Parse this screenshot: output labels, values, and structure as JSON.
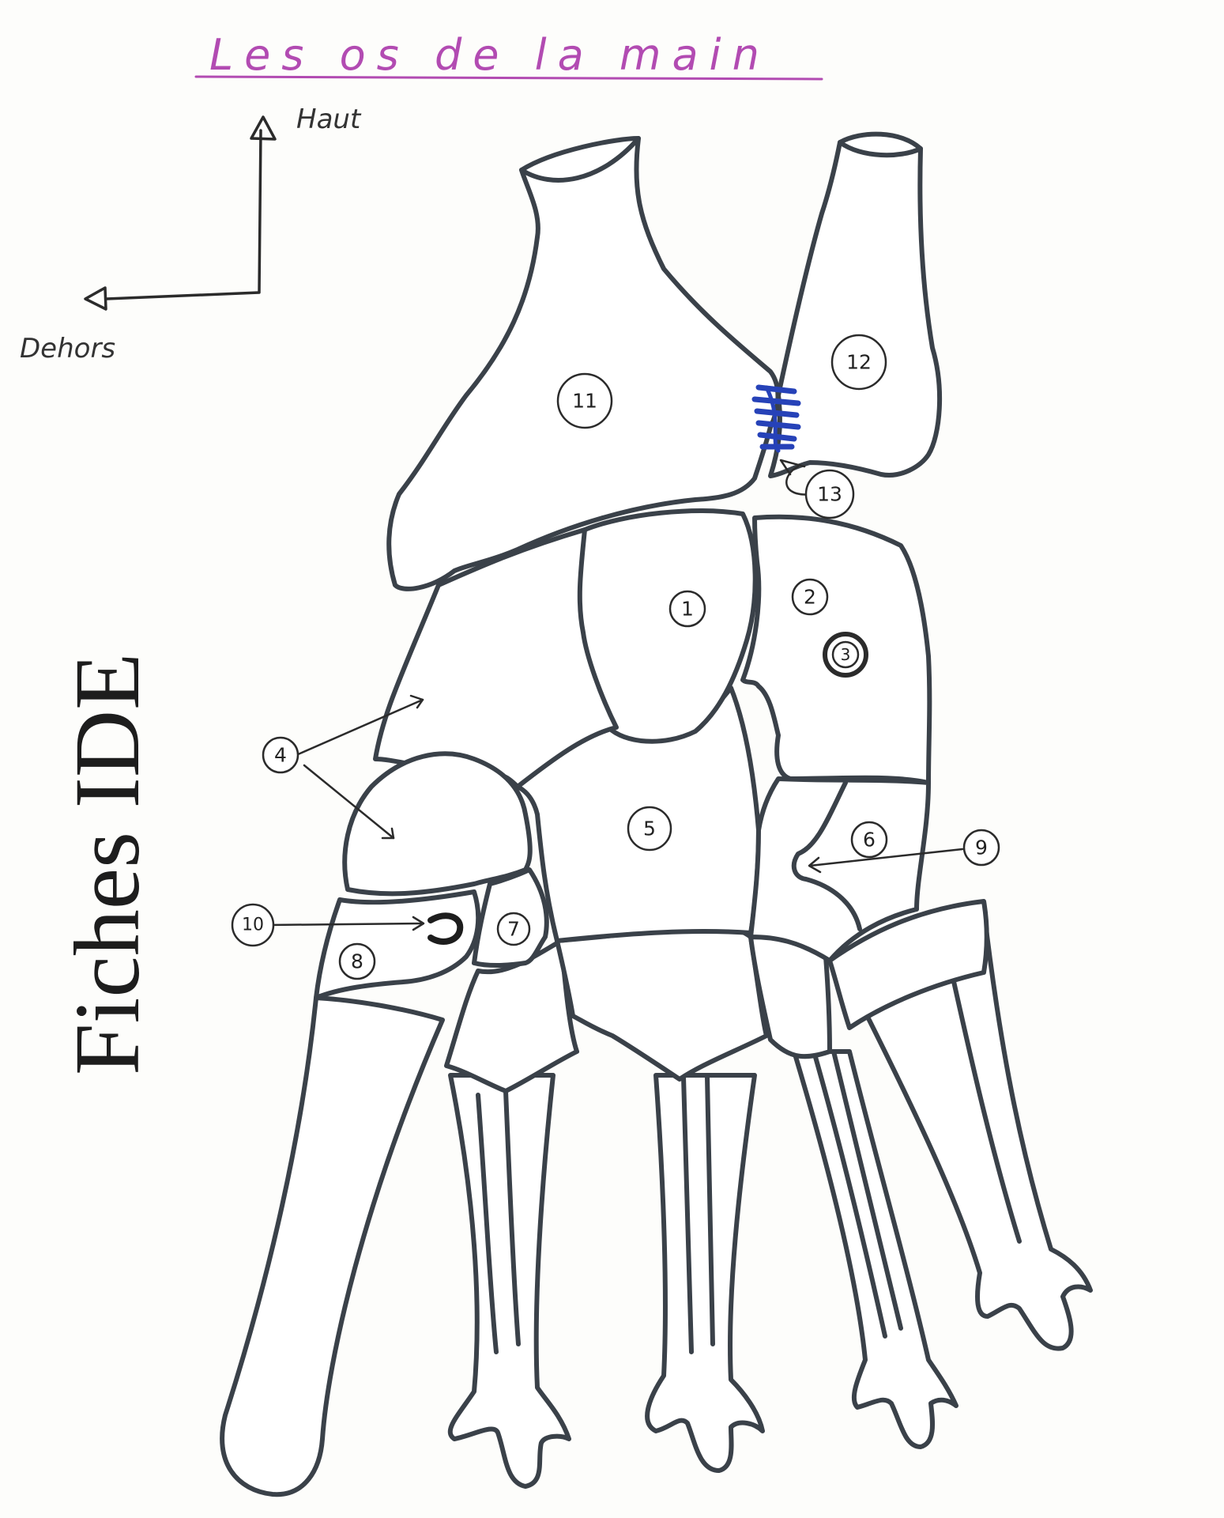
{
  "title": "Les os de la main",
  "orientation": {
    "up_label": "Haut",
    "out_label": "Dehors"
  },
  "watermark": "Fiches IDE",
  "labels": [
    "1",
    "2",
    "3",
    "4",
    "5",
    "6",
    "7",
    "8",
    "9",
    "10",
    "11",
    "12",
    "13"
  ],
  "colors": {
    "title": "#b24bb2",
    "outline": "#3a4149",
    "ligament": "#2642b8"
  }
}
